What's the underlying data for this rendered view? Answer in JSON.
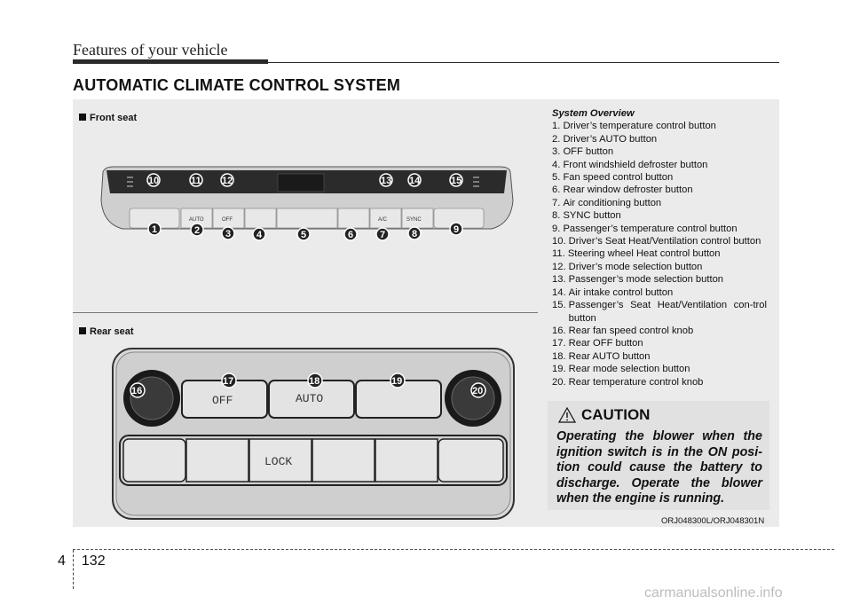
{
  "header": {
    "title": "Features of your vehicle"
  },
  "section": {
    "title": "AUTOMATIC CLIMATE CONTROL SYSTEM"
  },
  "labels": {
    "front_seat": "Front seat",
    "rear_seat": "Rear seat"
  },
  "overview": {
    "title": "System Overview",
    "items": [
      {
        "num": "1. ",
        "text": "Driver’s temperature control button"
      },
      {
        "num": "2. ",
        "text": "Driver’s AUTO button"
      },
      {
        "num": "3. ",
        "text": "OFF button"
      },
      {
        "num": "4. ",
        "text": "Front windshield defroster button"
      },
      {
        "num": "5. ",
        "text": "Fan speed control button"
      },
      {
        "num": "6. ",
        "text": "Rear window defroster button"
      },
      {
        "num": "7. ",
        "text": "Air conditioning button"
      },
      {
        "num": "8. ",
        "text": "SYNC button"
      },
      {
        "num": "9. ",
        "text": "Passenger’s temperature control button"
      },
      {
        "num": "10. ",
        "text": "Driver’s Seat Heat/Ventilation control button"
      },
      {
        "num": "11. ",
        "text": "Steering wheel Heat control button"
      },
      {
        "num": "12. ",
        "text": "Driver’s mode selection button"
      },
      {
        "num": "13. ",
        "text": "Passenger’s mode selection button"
      },
      {
        "num": "14. ",
        "text": "Air intake control button"
      },
      {
        "num": "15. ",
        "text": "Passenger’s Seat Heat/Ventilation con-trol button"
      },
      {
        "num": "16. ",
        "text": "Rear fan speed control knob"
      },
      {
        "num": "17. ",
        "text": "Rear OFF button"
      },
      {
        "num": "18. ",
        "text": "Rear AUTO button"
      },
      {
        "num": "19. ",
        "text": "Rear mode selection button"
      },
      {
        "num": "20. ",
        "text": "Rear temperature control knob"
      }
    ]
  },
  "caution": {
    "title": "CAUTION",
    "text": "Operating the blower when the ignition switch is in the ON posi-tion could cause the battery to discharge. Operate the blower when the engine is running."
  },
  "figure_code": "ORJ048300L/ORJ048301N",
  "footer": {
    "chapter": "4",
    "page": "132",
    "watermark": "carmanualsonline.info"
  },
  "front_panel": {
    "button_labels": [
      "AUTO",
      "OFF",
      "A/C",
      "SYNC"
    ],
    "callouts": [
      "1",
      "2",
      "3",
      "4",
      "5",
      "6",
      "7",
      "8",
      "9",
      "10",
      "11",
      "12",
      "13",
      "14",
      "15"
    ]
  },
  "rear_panel": {
    "button_labels": [
      "OFF",
      "AUTO",
      "LOCK"
    ],
    "callouts": [
      "16",
      "17",
      "18",
      "19",
      "20"
    ]
  }
}
